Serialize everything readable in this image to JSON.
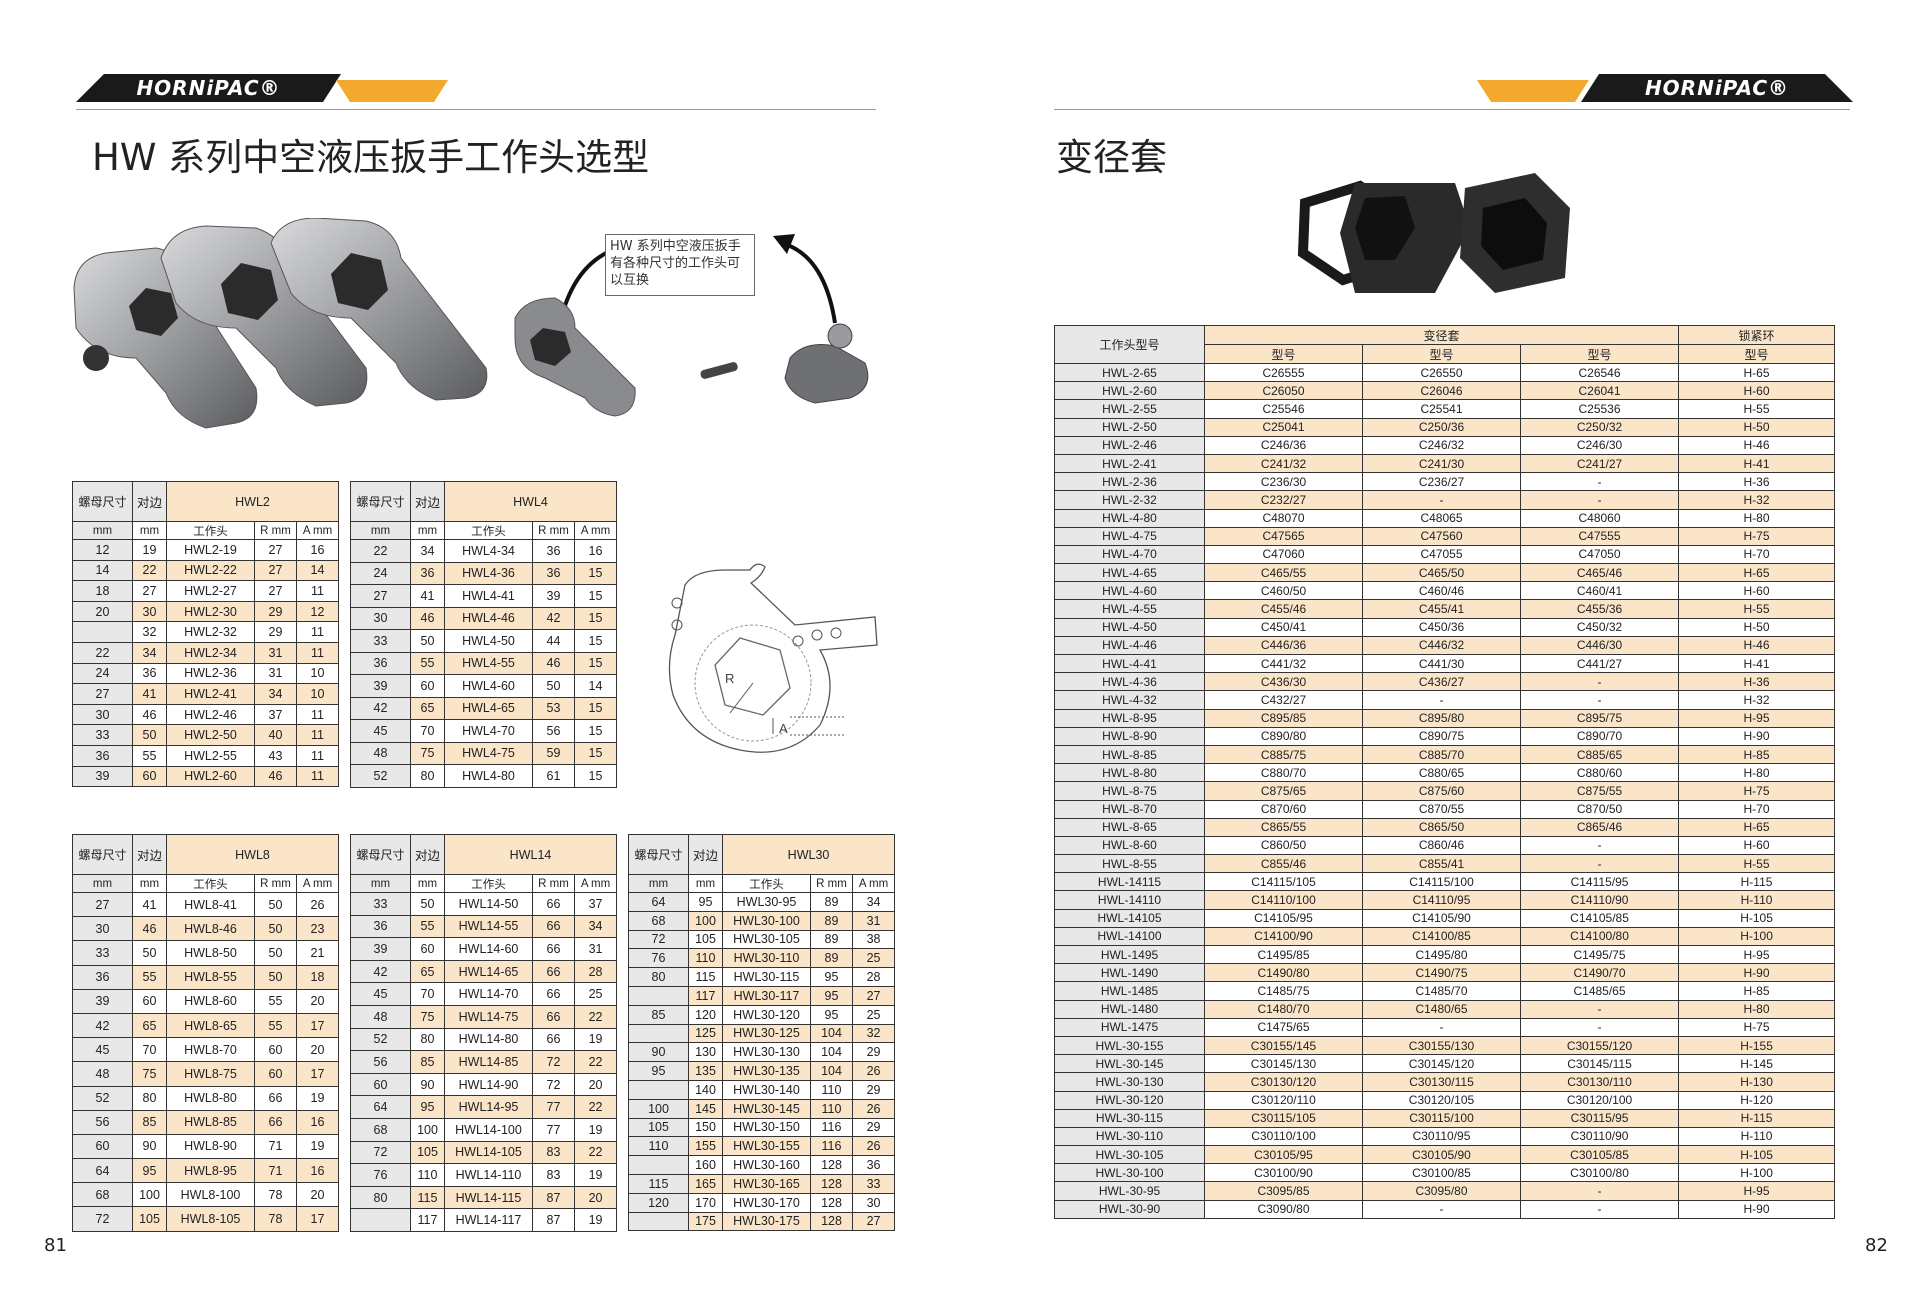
{
  "brand": {
    "logo_text": "HORNiPAC®",
    "colors": {
      "gold": "#F2A92E",
      "black": "#1A1A1A",
      "table_highlight": "#FBE5C8",
      "table_gray": "#E8E8E8"
    }
  },
  "left_page": {
    "title": "HW 系列中空液压扳手工作头选型",
    "page_number": "81",
    "note": "HW 系列中空液压扳手有各种尺寸的工作头可以互换",
    "diagram_labels": {
      "r": "R",
      "a": "A"
    },
    "header_labels": {
      "nut_size": "螺母尺寸",
      "across_flats": "对边",
      "mm": "mm",
      "head": "工作头",
      "r_mm": "R mm",
      "a_mm": "A mm"
    },
    "tables": [
      {
        "model": "HWL2",
        "rows": [
          {
            "nut": "12",
            "af": "19",
            "head": "HWL2-19",
            "r": "27",
            "a": "16"
          },
          {
            "nut": "14",
            "af": "22",
            "head": "HWL2-22",
            "r": "27",
            "a": "14"
          },
          {
            "nut": "18",
            "af": "27",
            "head": "HWL2-27",
            "r": "27",
            "a": "11"
          },
          {
            "nut": "20",
            "af": "30",
            "head": "HWL2-30",
            "r": "29",
            "a": "12"
          },
          {
            "nut": "",
            "af": "32",
            "head": "HWL2-32",
            "r": "29",
            "a": "11"
          },
          {
            "nut": "22",
            "af": "34",
            "head": "HWL2-34",
            "r": "31",
            "a": "11"
          },
          {
            "nut": "24",
            "af": "36",
            "head": "HWL2-36",
            "r": "31",
            "a": "10"
          },
          {
            "nut": "27",
            "af": "41",
            "head": "HWL2-41",
            "r": "34",
            "a": "10"
          },
          {
            "nut": "30",
            "af": "46",
            "head": "HWL2-46",
            "r": "37",
            "a": "11"
          },
          {
            "nut": "33",
            "af": "50",
            "head": "HWL2-50",
            "r": "40",
            "a": "11"
          },
          {
            "nut": "36",
            "af": "55",
            "head": "HWL2-55",
            "r": "43",
            "a": "11"
          },
          {
            "nut": "39",
            "af": "60",
            "head": "HWL2-60",
            "r": "46",
            "a": "11"
          }
        ]
      },
      {
        "model": "HWL4",
        "rows": [
          {
            "nut": "22",
            "af": "34",
            "head": "HWL4-34",
            "r": "36",
            "a": "16"
          },
          {
            "nut": "24",
            "af": "36",
            "head": "HWL4-36",
            "r": "36",
            "a": "15"
          },
          {
            "nut": "27",
            "af": "41",
            "head": "HWL4-41",
            "r": "39",
            "a": "15"
          },
          {
            "nut": "30",
            "af": "46",
            "head": "HWL4-46",
            "r": "42",
            "a": "15"
          },
          {
            "nut": "33",
            "af": "50",
            "head": "HWL4-50",
            "r": "44",
            "a": "15"
          },
          {
            "nut": "36",
            "af": "55",
            "head": "HWL4-55",
            "r": "46",
            "a": "15"
          },
          {
            "nut": "39",
            "af": "60",
            "head": "HWL4-60",
            "r": "50",
            "a": "14"
          },
          {
            "nut": "42",
            "af": "65",
            "head": "HWL4-65",
            "r": "53",
            "a": "15"
          },
          {
            "nut": "45",
            "af": "70",
            "head": "HWL4-70",
            "r": "56",
            "a": "15"
          },
          {
            "nut": "48",
            "af": "75",
            "head": "HWL4-75",
            "r": "59",
            "a": "15"
          },
          {
            "nut": "52",
            "af": "80",
            "head": "HWL4-80",
            "r": "61",
            "a": "15"
          }
        ]
      },
      {
        "model": "HWL8",
        "rows": [
          {
            "nut": "27",
            "af": "41",
            "head": "HWL8-41",
            "r": "50",
            "a": "26"
          },
          {
            "nut": "30",
            "af": "46",
            "head": "HWL8-46",
            "r": "50",
            "a": "23"
          },
          {
            "nut": "33",
            "af": "50",
            "head": "HWL8-50",
            "r": "50",
            "a": "21"
          },
          {
            "nut": "36",
            "af": "55",
            "head": "HWL8-55",
            "r": "50",
            "a": "18"
          },
          {
            "nut": "39",
            "af": "60",
            "head": "HWL8-60",
            "r": "55",
            "a": "20"
          },
          {
            "nut": "42",
            "af": "65",
            "head": "HWL8-65",
            "r": "55",
            "a": "17"
          },
          {
            "nut": "45",
            "af": "70",
            "head": "HWL8-70",
            "r": "60",
            "a": "20"
          },
          {
            "nut": "48",
            "af": "75",
            "head": "HWL8-75",
            "r": "60",
            "a": "17"
          },
          {
            "nut": "52",
            "af": "80",
            "head": "HWL8-80",
            "r": "66",
            "a": "19"
          },
          {
            "nut": "56",
            "af": "85",
            "head": "HWL8-85",
            "r": "66",
            "a": "16"
          },
          {
            "nut": "60",
            "af": "90",
            "head": "HWL8-90",
            "r": "71",
            "a": "19"
          },
          {
            "nut": "64",
            "af": "95",
            "head": "HWL8-95",
            "r": "71",
            "a": "16"
          },
          {
            "nut": "68",
            "af": "100",
            "head": "HWL8-100",
            "r": "78",
            "a": "20"
          },
          {
            "nut": "72",
            "af": "105",
            "head": "HWL8-105",
            "r": "78",
            "a": "17"
          }
        ]
      },
      {
        "model": "HWL14",
        "rows": [
          {
            "nut": "33",
            "af": "50",
            "head": "HWL14-50",
            "r": "66",
            "a": "37"
          },
          {
            "nut": "36",
            "af": "55",
            "head": "HWL14-55",
            "r": "66",
            "a": "34"
          },
          {
            "nut": "39",
            "af": "60",
            "head": "HWL14-60",
            "r": "66",
            "a": "31"
          },
          {
            "nut": "42",
            "af": "65",
            "head": "HWL14-65",
            "r": "66",
            "a": "28"
          },
          {
            "nut": "45",
            "af": "70",
            "head": "HWL14-70",
            "r": "66",
            "a": "25"
          },
          {
            "nut": "48",
            "af": "75",
            "head": "HWL14-75",
            "r": "66",
            "a": "22"
          },
          {
            "nut": "52",
            "af": "80",
            "head": "HWL14-80",
            "r": "66",
            "a": "19"
          },
          {
            "nut": "56",
            "af": "85",
            "head": "HWL14-85",
            "r": "72",
            "a": "22"
          },
          {
            "nut": "60",
            "af": "90",
            "head": "HWL14-90",
            "r": "72",
            "a": "20"
          },
          {
            "nut": "64",
            "af": "95",
            "head": "HWL14-95",
            "r": "77",
            "a": "22"
          },
          {
            "nut": "68",
            "af": "100",
            "head": "HWL14-100",
            "r": "77",
            "a": "19"
          },
          {
            "nut": "72",
            "af": "105",
            "head": "HWL14-105",
            "r": "83",
            "a": "22"
          },
          {
            "nut": "76",
            "af": "110",
            "head": "HWL14-110",
            "r": "83",
            "a": "19"
          },
          {
            "nut": "80",
            "af": "115",
            "head": "HWL14-115",
            "r": "87",
            "a": "20"
          },
          {
            "nut": "",
            "af": "117",
            "head": "HWL14-117",
            "r": "87",
            "a": "19"
          }
        ]
      },
      {
        "model": "HWL30",
        "rows": [
          {
            "nut": "64",
            "af": "95",
            "head": "HWL30-95",
            "r": "89",
            "a": "34"
          },
          {
            "nut": "68",
            "af": "100",
            "head": "HWL30-100",
            "r": "89",
            "a": "31"
          },
          {
            "nut": "72",
            "af": "105",
            "head": "HWL30-105",
            "r": "89",
            "a": "38"
          },
          {
            "nut": "76",
            "af": "110",
            "head": "HWL30-110",
            "r": "89",
            "a": "25"
          },
          {
            "nut": "80",
            "af": "115",
            "head": "HWL30-115",
            "r": "95",
            "a": "28"
          },
          {
            "nut": "",
            "af": "117",
            "head": "HWL30-117",
            "r": "95",
            "a": "27"
          },
          {
            "nut": "85",
            "af": "120",
            "head": "HWL30-120",
            "r": "95",
            "a": "25"
          },
          {
            "nut": "",
            "af": "125",
            "head": "HWL30-125",
            "r": "104",
            "a": "32"
          },
          {
            "nut": "90",
            "af": "130",
            "head": "HWL30-130",
            "r": "104",
            "a": "29"
          },
          {
            "nut": "95",
            "af": "135",
            "head": "HWL30-135",
            "r": "104",
            "a": "26"
          },
          {
            "nut": "",
            "af": "140",
            "head": "HWL30-140",
            "r": "110",
            "a": "29"
          },
          {
            "nut": "100",
            "af": "145",
            "head": "HWL30-145",
            "r": "110",
            "a": "26"
          },
          {
            "nut": "105",
            "af": "150",
            "head": "HWL30-150",
            "r": "116",
            "a": "29"
          },
          {
            "nut": "110",
            "af": "155",
            "head": "HWL30-155",
            "r": "116",
            "a": "26"
          },
          {
            "nut": "",
            "af": "160",
            "head": "HWL30-160",
            "r": "128",
            "a": "36"
          },
          {
            "nut": "115",
            "af": "165",
            "head": "HWL30-165",
            "r": "128",
            "a": "33"
          },
          {
            "nut": "120",
            "af": "170",
            "head": "HWL30-170",
            "r": "128",
            "a": "30"
          },
          {
            "nut": "",
            "af": "175",
            "head": "HWL30-175",
            "r": "128",
            "a": "27"
          }
        ]
      }
    ]
  },
  "right_page": {
    "title": "变径套",
    "page_number": "82",
    "table": {
      "h_head": "工作头型号",
      "h_reducer": "变径套",
      "h_lock": "锁紧环",
      "h_model": "型号",
      "rows": [
        [
          "HWL-2-65",
          "C26555",
          "C26550",
          "C26546",
          "H-65"
        ],
        [
          "HWL-2-60",
          "C26050",
          "C26046",
          "C26041",
          "H-60"
        ],
        [
          "HWL-2-55",
          "C25546",
          "C25541",
          "C25536",
          "H-55"
        ],
        [
          "HWL-2-50",
          "C25041",
          "C250/36",
          "C250/32",
          "H-50"
        ],
        [
          "HWL-2-46",
          "C246/36",
          "C246/32",
          "C246/30",
          "H-46"
        ],
        [
          "HWL-2-41",
          "C241/32",
          "C241/30",
          "C241/27",
          "H-41"
        ],
        [
          "HWL-2-36",
          "C236/30",
          "C236/27",
          "-",
          "H-36"
        ],
        [
          "HWL-2-32",
          "C232/27",
          "-",
          "-",
          "H-32"
        ],
        [
          "HWL-4-80",
          "C48070",
          "C48065",
          "C48060",
          "H-80"
        ],
        [
          "HWL-4-75",
          "C47565",
          "C47560",
          "C47555",
          "H-75"
        ],
        [
          "HWL-4-70",
          "C47060",
          "C47055",
          "C47050",
          "H-70"
        ],
        [
          "HWL-4-65",
          "C465/55",
          "C465/50",
          "C465/46",
          "H-65"
        ],
        [
          "HWL-4-60",
          "C460/50",
          "C460/46",
          "C460/41",
          "H-60"
        ],
        [
          "HWL-4-55",
          "C455/46",
          "C455/41",
          "C455/36",
          "H-55"
        ],
        [
          "HWL-4-50",
          "C450/41",
          "C450/36",
          "C450/32",
          "H-50"
        ],
        [
          "HWL-4-46",
          "C446/36",
          "C446/32",
          "C446/30",
          "H-46"
        ],
        [
          "HWL-4-41",
          "C441/32",
          "C441/30",
          "C441/27",
          "H-41"
        ],
        [
          "HWL-4-36",
          "C436/30",
          "C436/27",
          "-",
          "H-36"
        ],
        [
          "HWL-4-32",
          "C432/27",
          "-",
          "-",
          "H-32"
        ],
        [
          "HWL-8-95",
          "C895/85",
          "C895/80",
          "C895/75",
          "H-95"
        ],
        [
          "HWL-8-90",
          "C890/80",
          "C890/75",
          "C890/70",
          "H-90"
        ],
        [
          "HWL-8-85",
          "C885/75",
          "C885/70",
          "C885/65",
          "H-85"
        ],
        [
          "HWL-8-80",
          "C880/70",
          "C880/65",
          "C880/60",
          "H-80"
        ],
        [
          "HWL-8-75",
          "C875/65",
          "C875/60",
          "C875/55",
          "H-75"
        ],
        [
          "HWL-8-70",
          "C870/60",
          "C870/55",
          "C870/50",
          "H-70"
        ],
        [
          "HWL-8-65",
          "C865/55",
          "C865/50",
          "C865/46",
          "H-65"
        ],
        [
          "HWL-8-60",
          "C860/50",
          "C860/46",
          "-",
          "H-60"
        ],
        [
          "HWL-8-55",
          "C855/46",
          "C855/41",
          "-",
          "H-55"
        ],
        [
          "HWL-14115",
          "C14115/105",
          "C14115/100",
          "C14115/95",
          "H-115"
        ],
        [
          "HWL-14110",
          "C14110/100",
          "C14110/95",
          "C14110/90",
          "H-110"
        ],
        [
          "HWL-14105",
          "C14105/95",
          "C14105/90",
          "C14105/85",
          "H-105"
        ],
        [
          "HWL-14100",
          "C14100/90",
          "C14100/85",
          "C14100/80",
          "H-100"
        ],
        [
          "HWL-1495",
          "C1495/85",
          "C1495/80",
          "C1495/75",
          "H-95"
        ],
        [
          "HWL-1490",
          "C1490/80",
          "C1490/75",
          "C1490/70",
          "H-90"
        ],
        [
          "HWL-1485",
          "C1485/75",
          "C1485/70",
          "C1485/65",
          "H-85"
        ],
        [
          "HWL-1480",
          "C1480/70",
          "C1480/65",
          "-",
          "H-80"
        ],
        [
          "HWL-1475",
          "C1475/65",
          "-",
          "-",
          "H-75"
        ],
        [
          "HWL-30-155",
          "C30155/145",
          "C30155/130",
          "C30155/120",
          "H-155"
        ],
        [
          "HWL-30-145",
          "C30145/130",
          "C30145/120",
          "C30145/115",
          "H-145"
        ],
        [
          "HWL-30-130",
          "C30130/120",
          "C30130/115",
          "C30130/110",
          "H-130"
        ],
        [
          "HWL-30-120",
          "C30120/110",
          "C30120/105",
          "C30120/100",
          "H-120"
        ],
        [
          "HWL-30-115",
          "C30115/105",
          "C30115/100",
          "C30115/95",
          "H-115"
        ],
        [
          "HWL-30-110",
          "C30110/100",
          "C30110/95",
          "C30110/90",
          "H-110"
        ],
        [
          "HWL-30-105",
          "C30105/95",
          "C30105/90",
          "C30105/85",
          "H-105"
        ],
        [
          "HWL-30-100",
          "C30100/90",
          "C30100/85",
          "C30100/80",
          "H-100"
        ],
        [
          "HWL-30-95",
          "C3095/85",
          "C3095/80",
          "-",
          "H-95"
        ],
        [
          "HWL-30-90",
          "C3090/80",
          "-",
          "-",
          "H-90"
        ]
      ]
    }
  }
}
